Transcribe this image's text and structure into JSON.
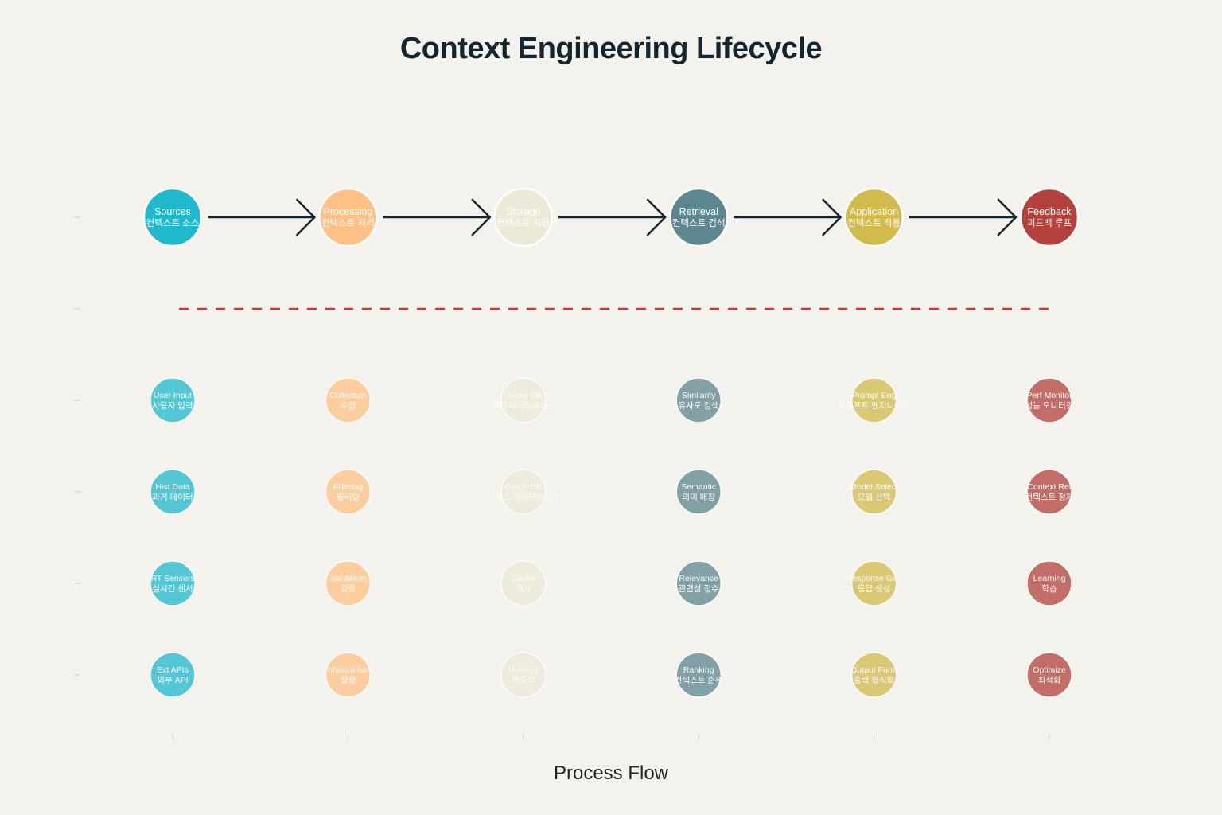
{
  "title": "Context Engineering Lifecycle",
  "xlabel": "Process Flow",
  "colors": {
    "background": "#f3f2ec",
    "arrow": "#13252f",
    "divider": "#d9342b",
    "tick": "#c8c8c0"
  },
  "stages": [
    {
      "label_en": "Sources",
      "label_ko": "컨텍스트 소스",
      "color": "#1fb8cd",
      "text_color": "#ffffff",
      "items": [
        {
          "en": "User Input",
          "ko": "사용자 입력"
        },
        {
          "en": "Hist Data",
          "ko": "과거 데이터"
        },
        {
          "en": "RT Sensors",
          "ko": "실시간 센서"
        },
        {
          "en": "Ext APIs",
          "ko": "외부 API"
        }
      ]
    },
    {
      "label_en": "Processing",
      "label_ko": "컨텍스트 처리",
      "color": "#ffc185",
      "text_color": "#ffffff",
      "items": [
        {
          "en": "Collection",
          "ko": "수집"
        },
        {
          "en": "Filtering",
          "ko": "필터링"
        },
        {
          "en": "Validation",
          "ko": "검증"
        },
        {
          "en": "Enhancement",
          "ko": "향상"
        }
      ]
    },
    {
      "label_en": "Storage",
      "label_ko": "컨텍스트 저장",
      "color": "#ece9d6",
      "text_color": "#ffffff",
      "items": [
        {
          "en": "Vector DB",
          "ko": "벡터 데이터베이스"
        },
        {
          "en": "Graph DB",
          "ko": "그래프 데이터베이스"
        },
        {
          "en": "Cache",
          "ko": "캐시"
        },
        {
          "en": "Memory",
          "ko": "메모리"
        }
      ]
    },
    {
      "label_en": "Retrieval",
      "label_ko": "컨텍스트 검색",
      "color": "#5d878f",
      "text_color": "#ffffff",
      "items": [
        {
          "en": "Similarity",
          "ko": "유사도 검색"
        },
        {
          "en": "Semantic",
          "ko": "의미 매칭"
        },
        {
          "en": "Relevance",
          "ko": "관련성 점수"
        },
        {
          "en": "Ranking",
          "ko": "컨텍스트 순위"
        }
      ]
    },
    {
      "label_en": "Application",
      "label_ko": "컨텍스트 적용",
      "color": "#d2ba4c",
      "text_color": "#ffffff",
      "items": [
        {
          "en": "Prompt Eng",
          "ko": "프롬프트 엔지니어링"
        },
        {
          "en": "Model Select",
          "ko": "모델 선택"
        },
        {
          "en": "Response Gen",
          "ko": "응답 생성"
        },
        {
          "en": "Output Form",
          "ko": "출력 형식화"
        }
      ]
    },
    {
      "label_en": "Feedback",
      "label_ko": "피드백 루프",
      "color": "#b4413c",
      "text_color": "#ffffff",
      "items": [
        {
          "en": "Perf Monitor",
          "ko": "성능 모니터링"
        },
        {
          "en": "Context Ref",
          "ko": "컨텍스트 정제"
        },
        {
          "en": "Learning",
          "ko": "학습"
        },
        {
          "en": "Optimize",
          "ko": "최적화"
        }
      ]
    }
  ]
}
